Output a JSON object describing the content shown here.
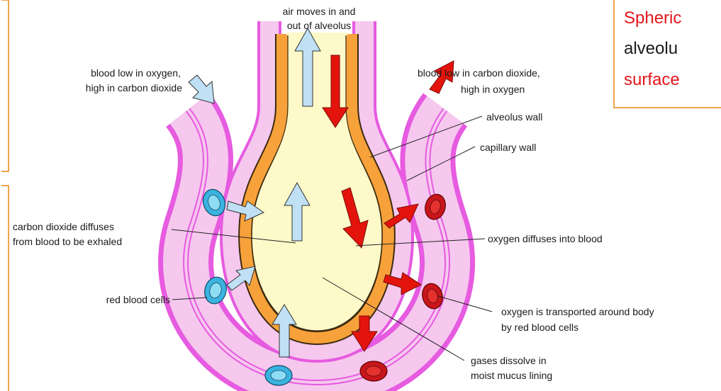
{
  "labels": {
    "air_line1": "air moves in and",
    "air_line2": "out of alveolus",
    "blood_in_line1": "blood low in oxygen,",
    "blood_in_line2": "high in carbon dioxide",
    "blood_out_line1": "blood low in carbon dioxide,",
    "blood_out_line2": "high in oxygen",
    "alveolus_wall": "alveolus wall",
    "capillary_wall": "capillary wall",
    "co2_line1": "carbon dioxide diffuses",
    "co2_line2": "from blood to be exhaled",
    "oxygen_diffuses": "oxygen diffuses into blood",
    "red_blood_cells": "red blood cells",
    "transport_line1": "oxygen is transported around body",
    "transport_line2": "by red blood cells",
    "gases_line1": "gases dissolve in",
    "gases_line2": "moist mucus lining"
  },
  "callout": {
    "line1": "Spheric",
    "line2": "alveolu",
    "line3": "surface"
  },
  "colors": {
    "lumen": "#fdf9c8",
    "mucus_lining": "#f7a13a",
    "capillary_fill": "#f6c8ee",
    "capillary_wall": "#e65be0",
    "co2_arrow": "#bfe0f5",
    "o2_arrow": "#e3140c",
    "callout_border": "#f0a44c",
    "callout_text": "#e4161b"
  }
}
